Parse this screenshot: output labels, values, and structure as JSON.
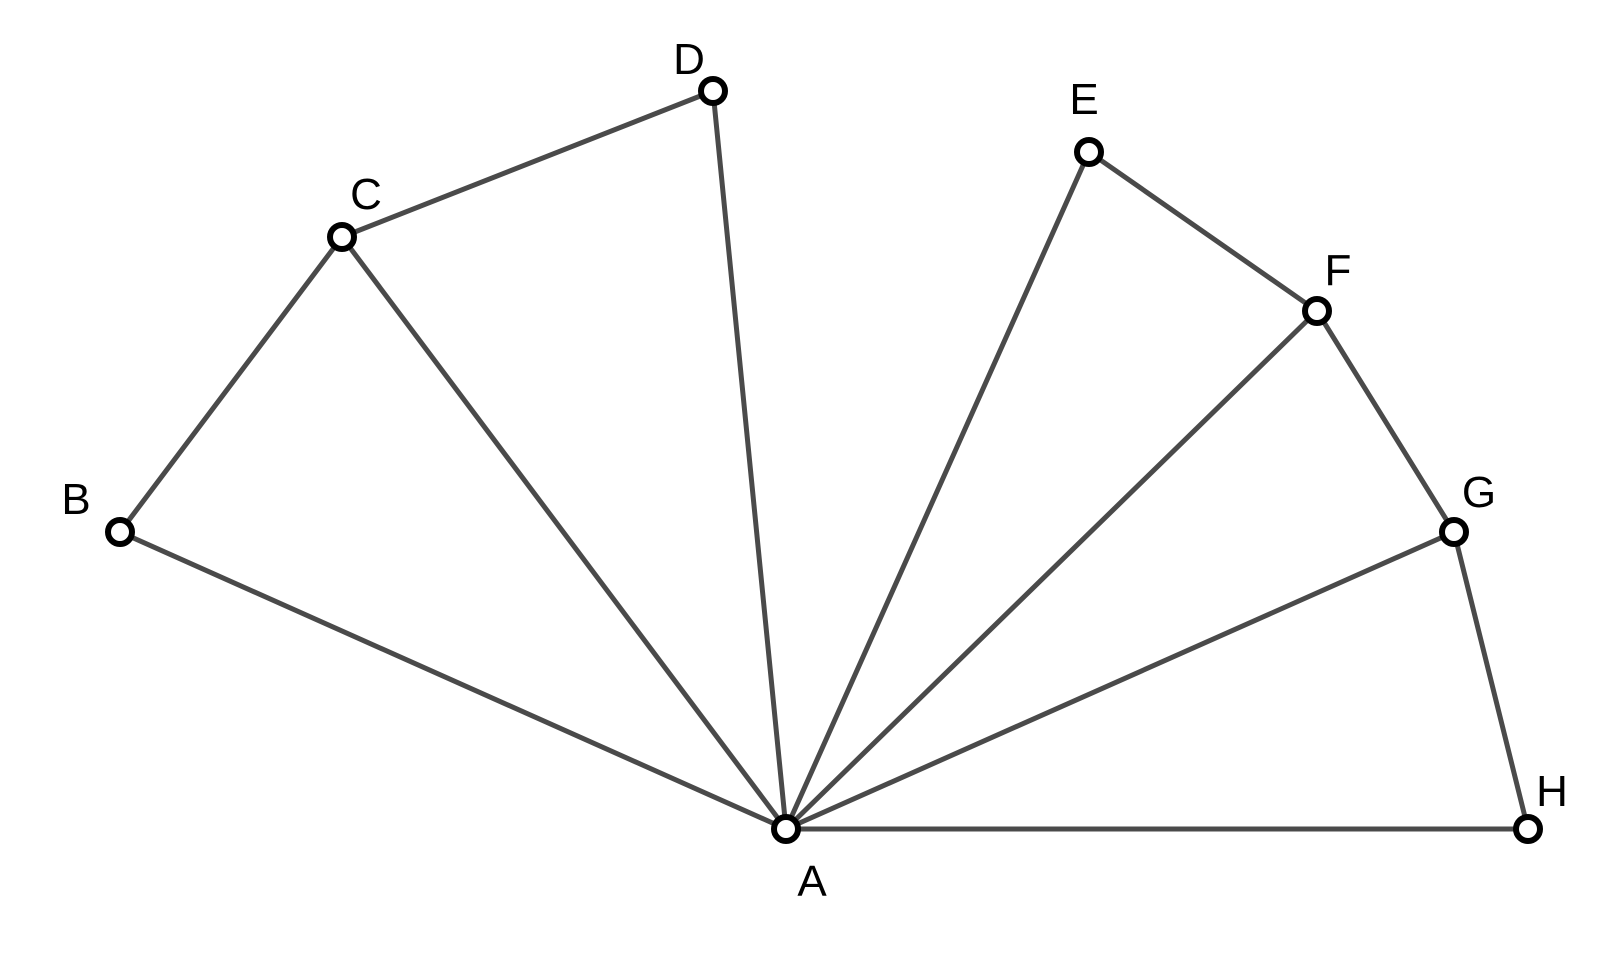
{
  "diagram": {
    "points": [
      {
        "label": "A"
      },
      {
        "label": "B"
      },
      {
        "label": "C"
      },
      {
        "label": "D"
      },
      {
        "label": "E"
      },
      {
        "label": "F"
      },
      {
        "label": "G"
      },
      {
        "label": "H"
      }
    ],
    "segments": [
      [
        "A",
        "B"
      ],
      [
        "A",
        "C"
      ],
      [
        "A",
        "D"
      ],
      [
        "A",
        "E"
      ],
      [
        "A",
        "F"
      ],
      [
        "A",
        "G"
      ],
      [
        "A",
        "H"
      ],
      [
        "B",
        "C"
      ],
      [
        "C",
        "D"
      ],
      [
        "E",
        "F"
      ],
      [
        "F",
        "G"
      ],
      [
        "G",
        "H"
      ]
    ],
    "colors": {
      "segment": "#4a4a4a",
      "vertex": "#000000",
      "label": "#000000"
    }
  }
}
